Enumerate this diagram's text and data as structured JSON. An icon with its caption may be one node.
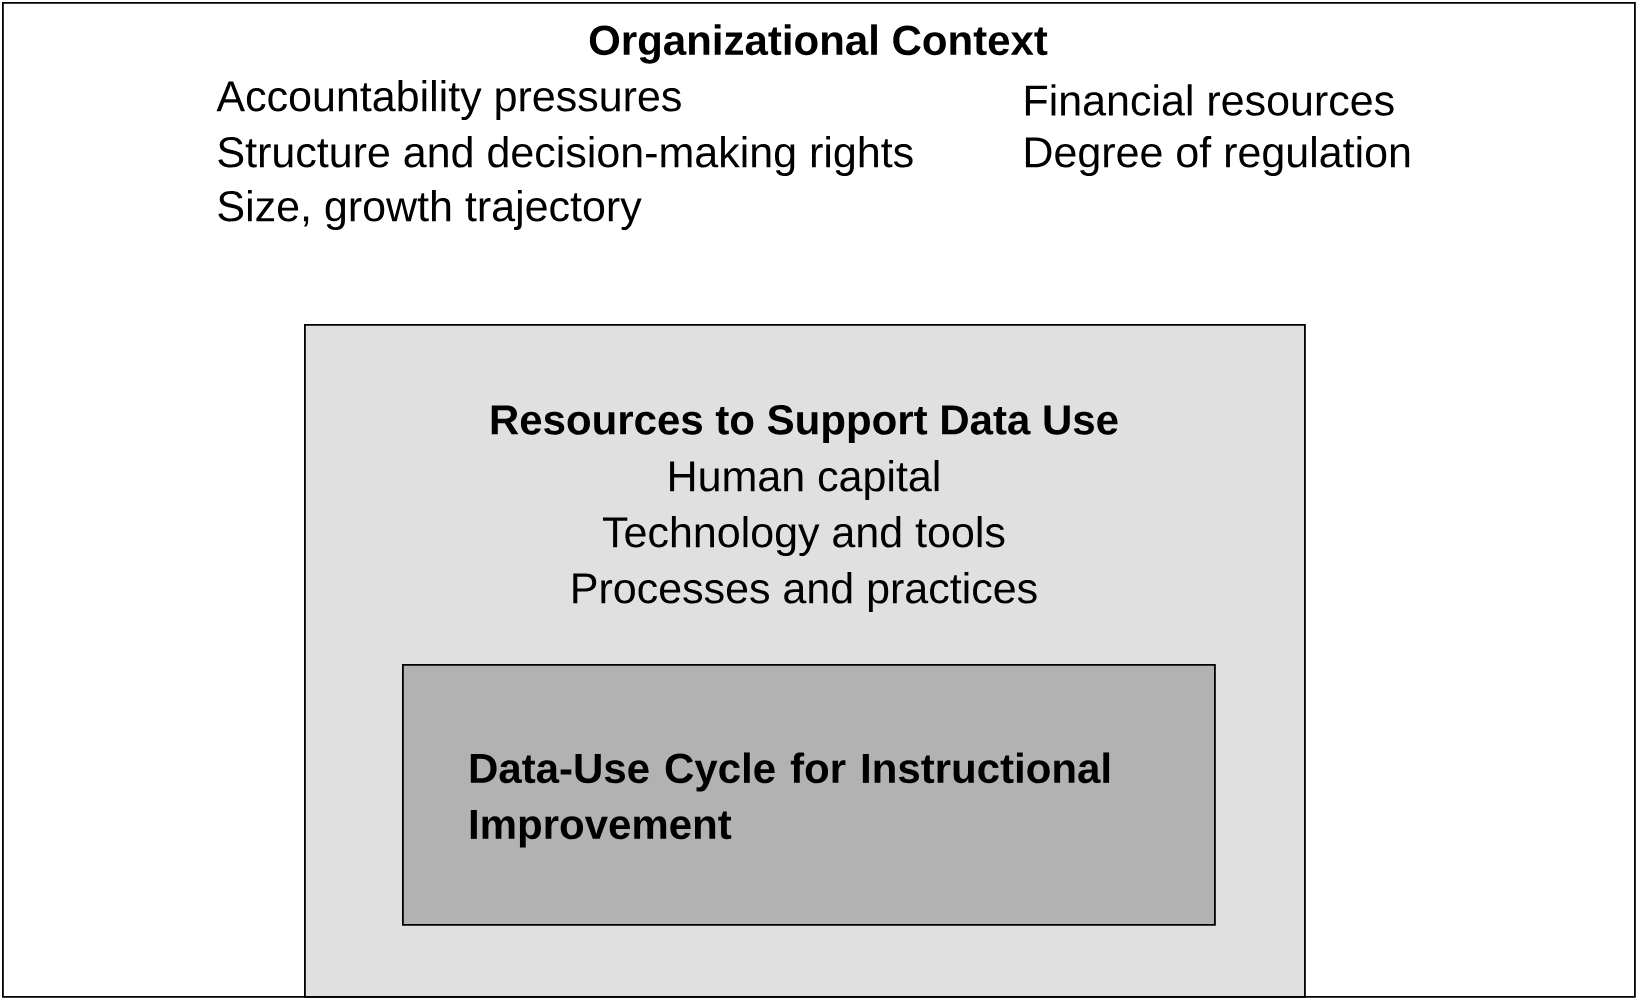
{
  "diagram": {
    "nodes": [
      {
        "text": [
          "Organizational Context",
          "Accountability pressures",
          "Structure and decision-making rights",
          "Size, growth trajectory",
          "Financial resources",
          "Degree of regulation"
        ]
      },
      {
        "text": [
          "Resources to Support Data Use",
          "Human capital",
          "Technology and tools",
          "Processes and practices"
        ],
        "in": 0
      },
      {
        "text": [
          "Data-Use Cycle for Instructional Improvement"
        ],
        "in": 1
      }
    ]
  }
}
